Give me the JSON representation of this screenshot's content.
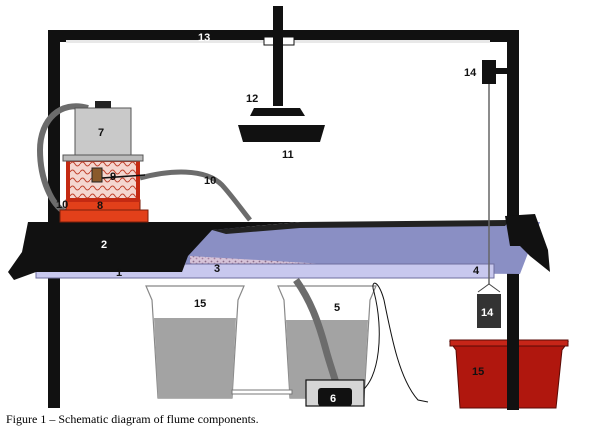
{
  "labels": {
    "bed_slot": "1",
    "upper_tray": "2",
    "sediment": "3",
    "tailgate": "4",
    "sump_bucket": "5",
    "pump": "6",
    "feeder_motor": "7",
    "hopper_base": "8",
    "hopper": "9",
    "hose_left": "10",
    "hose_right": "10",
    "lamp": "11",
    "lamp_mount": "12",
    "top_rail": "13",
    "pulley": "14",
    "counterweight": "14",
    "bucket_left": "15",
    "bucket_right": "15"
  },
  "caption": "Figure 1 – Schematic diagram of flume components.",
  "colors": {
    "frame": "#111111",
    "water": "#8a8fc4",
    "bed": "#c8c8ee",
    "hopper": "#e2401a",
    "bucket_red": "#b0170e",
    "bucket_water": "#a3a3a3",
    "hose": "#6c6c6c"
  }
}
